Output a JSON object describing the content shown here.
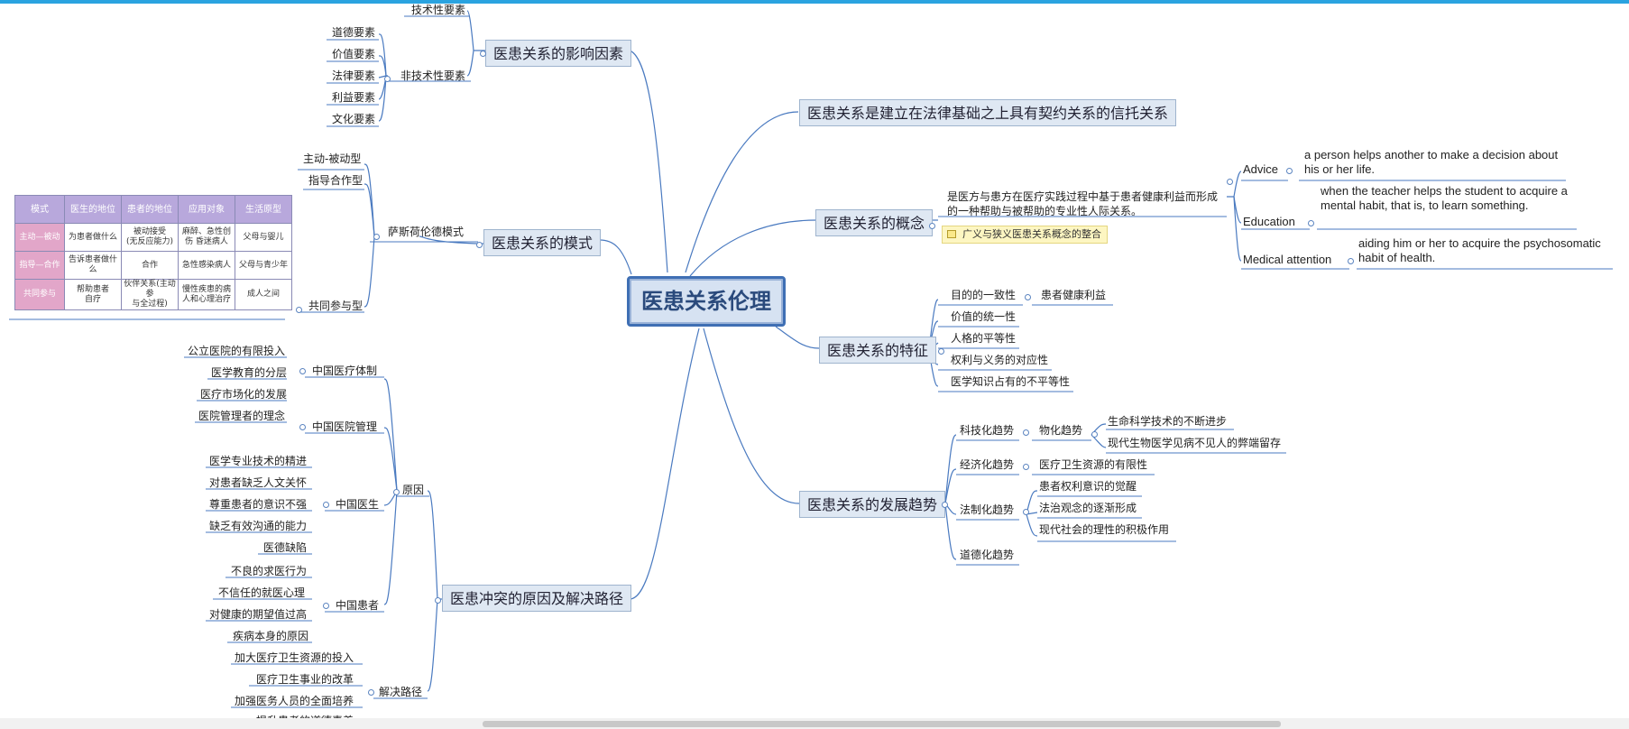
{
  "central": "医患关系伦理",
  "influence": {
    "title": "医患关系的影响因素",
    "tech": "技术性要素",
    "nontech": "非技术性要素",
    "items": [
      "道德要素",
      "价值要素",
      "法律要素",
      "利益要素",
      "文化要素"
    ]
  },
  "modes": {
    "title": "医患关系的模式",
    "szasz": "萨斯荷伦德模式",
    "types": [
      "主动-被动型",
      "指导合作型",
      "共同参与型"
    ],
    "table": {
      "header": [
        "模式",
        "医生的地位",
        "患者的地位",
        "应用对象",
        "生活原型"
      ],
      "rows": [
        [
          "主动—被动",
          "为患者做什么",
          "被动接受\n(无反应能力)",
          "麻醉、急性创\n伤 昏迷病人",
          "父母与婴儿"
        ],
        [
          "指导—合作",
          "告诉患者做什么",
          "合作",
          "急性感染病人",
          "父母与青少年"
        ],
        [
          "共同参与",
          "帮助患者\n自疗",
          "伙伴关系(主动参\n与全过程)",
          "慢性疾患的病\n人和心理治疗",
          "成人之间"
        ]
      ]
    }
  },
  "conflict": {
    "title": "医患冲突的原因及解决路径",
    "cause_label": "原因",
    "system": {
      "label": "中国医疗体制",
      "items": [
        "公立医院的有限投入",
        "医学教育的分层",
        "医疗市场化的发展"
      ]
    },
    "management": {
      "label": "中国医院管理",
      "items": [
        "医院管理者的理念"
      ]
    },
    "doctor": {
      "label": "中国医生",
      "items": [
        "医学专业技术的精进",
        "对患者缺乏人文关怀",
        "尊重患者的意识不强",
        "缺乏有效沟通的能力",
        "医德缺陷"
      ]
    },
    "patient": {
      "label": "中国患者",
      "items": [
        "不良的求医行为",
        "不信任的就医心理",
        "对健康的期望值过高",
        "疾病本身的原因"
      ]
    },
    "solution": {
      "label": "解决路径",
      "items": [
        "加大医疗卫生资源的投入",
        "医疗卫生事业的改革",
        "加强医务人员的全面培养",
        "提升患者的道德素养"
      ]
    }
  },
  "legal": {
    "title": "医患关系是建立在法律基础之上具有契约关系的信托关系"
  },
  "concept": {
    "title": "医患关系的概念",
    "definition": "是医方与患方在医疗实践过程中基于患者健康利益而形成\n的一种帮助与被帮助的专业性人际关系。",
    "note": "广义与狭义医患关系概念的整合",
    "defs": [
      {
        "term": "Advice",
        "text": "a person helps another to make a decision about\nhis or her life."
      },
      {
        "term": "Education",
        "text": "when the teacher helps the student to acquire a\nmental habit, that is, to learn something."
      },
      {
        "term": "Medical attention",
        "text": "aiding him or her to acquire the psychosomatic\nhabit of health."
      }
    ]
  },
  "features": {
    "title": "医患关系的特征",
    "items": [
      "目的的一致性",
      "价值的统一性",
      "人格的平等性",
      "权利与义务的对应性",
      "医学知识占有的不平等性"
    ],
    "sub0": "患者健康利益"
  },
  "trend": {
    "title": "医患关系的发展趋势",
    "tech": {
      "label": "科技化趋势",
      "sub": "物化趋势",
      "items": [
        "生命科学技术的不断进步",
        "现代生物医学见病不见人的弊端留存"
      ]
    },
    "econ": {
      "label": "经济化趋势",
      "items": [
        "医疗卫生资源的有限性"
      ]
    },
    "law": {
      "label": "法制化趋势",
      "items": [
        "患者权利意识的觉醒",
        "法治观念的逐渐形成",
        "现代社会的理性的积极作用"
      ]
    },
    "moral": {
      "label": "道德化趋势"
    }
  }
}
